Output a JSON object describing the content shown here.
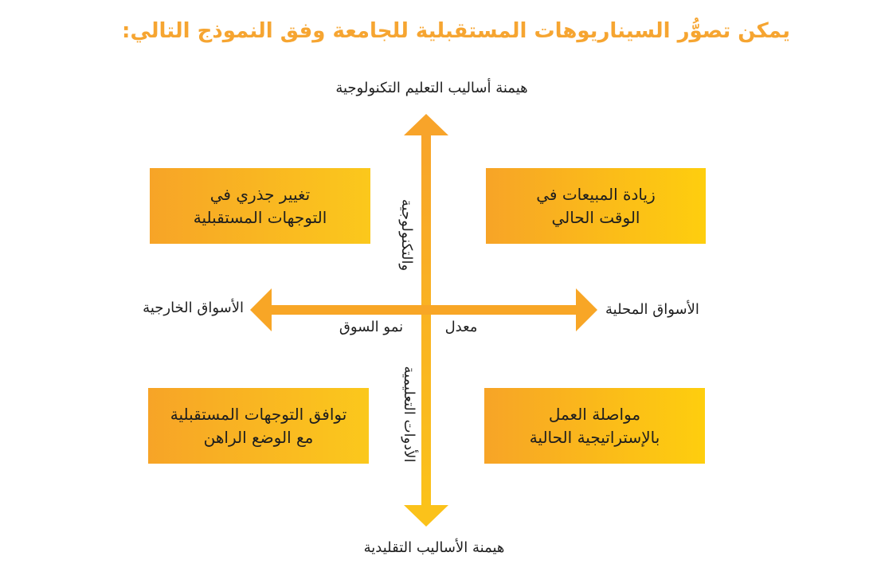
{
  "heading": "يمكن تصوُّر السيناريوهات المستقبلية للجامعة وفق النموذج التالي:",
  "axes": {
    "top": "هيمنة أساليب التعليم التكنولوجية",
    "bottom": "هيمنة الأساليب التقليدية",
    "left": "الأسواق الخارجية",
    "right": "الأسواق المحلية",
    "center_left": "نمو السوق",
    "center_right": "معدل",
    "vertical_upper": "والتكنولوجية",
    "vertical_lower": "الأدوات التعليمية"
  },
  "quadrants": {
    "top_left": "تغيير جذري في\nالتوجهات المستقبلية",
    "top_right": "زيادة المبيعات في\nالوقت الحالي",
    "bottom_left": "توافق التوجهات المستقبلية\nمع الوضع الراهن",
    "bottom_right": "مواصلة العمل\nبالإستراتيجية الحالية"
  },
  "colors": {
    "heading": "#f6a531",
    "arrow": "#f8a626",
    "box_start": "#f7a427",
    "box_end": "#fcca1a",
    "text": "#1f1f1f"
  }
}
